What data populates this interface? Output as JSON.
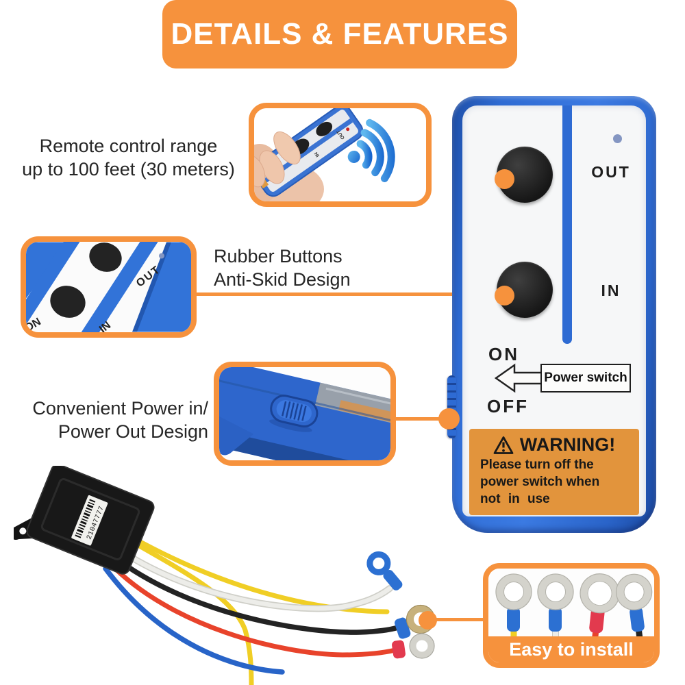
{
  "title": {
    "text": "DETAILS & FEATURES"
  },
  "features": [
    {
      "name": "remote-range",
      "line1": "Remote control range",
      "line2": "up to 100 feet (30 meters)",
      "photo": "hand-holding-remote-with-wireless-signal-icon",
      "photo_labels": {
        "out": "OUT",
        "in": "IN"
      }
    },
    {
      "name": "rubber-buttons",
      "line1": "Rubber Buttons",
      "line2": "Anti-Skid Design",
      "photo": "remote-buttons-closeup",
      "photo_labels": {
        "out": "OUT",
        "in": "IN",
        "on": "ON"
      }
    },
    {
      "name": "power-in-out",
      "line1": "Convenient Power in/",
      "line2": "Power Out Design",
      "photo": "side-power-switch-closeup"
    }
  ],
  "remote": {
    "out_label": "OUT",
    "in_label": "IN",
    "on_label": "ON",
    "off_label": "OFF",
    "power_switch_label": "Power switch",
    "warning": {
      "heading": "WARNING!",
      "line1": "Please turn off the",
      "line2": "power switch when",
      "line3": "not in use"
    }
  },
  "receiver": {
    "serial": "21047777"
  },
  "easy_install": {
    "label": "Easy to install"
  },
  "icons": {
    "wifi": "wifi-signal-icon",
    "warning": "warning-triangle-icon",
    "arrow": "left-arrow-icon"
  },
  "colors": {
    "accent_orange": "#F6923D",
    "warning_orange": "#E2943C",
    "remote_blue": "#2E6BD3",
    "led_blue": "#8496C2",
    "wire_red": "#E8432B",
    "wire_yellow": "#F0CE25",
    "wire_blue": "#2864C8",
    "wire_black": "#232323",
    "wire_white": "#EDEDE9"
  }
}
